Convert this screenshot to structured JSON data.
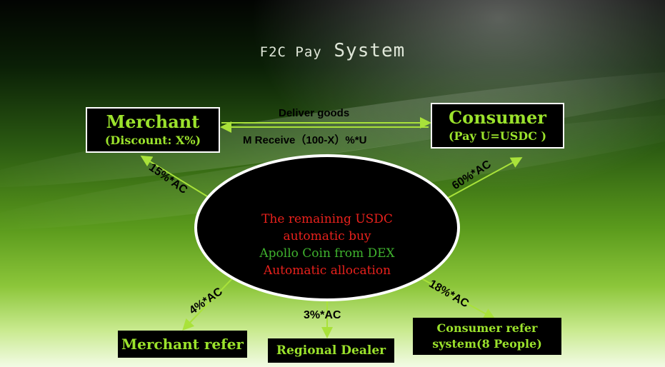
{
  "title_part1": "F2C Pay",
  "title_part2": "System",
  "merchant": {
    "name": "Merchant",
    "detail": "(Discount: X%)"
  },
  "consumer": {
    "name": "Consumer",
    "detail": "(Pay U=USDC )"
  },
  "flows": {
    "deliver": "Deliver goods",
    "receive": "M Receive（100-X）%*U"
  },
  "center": {
    "line1": "The remaining USDC",
    "line2": "automatic buy",
    "line3": "Apollo Coin  from DEX",
    "line4": "Automatic allocation"
  },
  "shares": {
    "merchant": "15%*AC",
    "consumer": "60%*AC",
    "merchant_refer": "4%*AC",
    "dealer": "3%*AC",
    "consumer_refer": "18%*AC"
  },
  "recipients": {
    "merchant_refer": "Merchant refer",
    "dealer": "Regional Dealer",
    "consumer_refer_1": "Consumer refer",
    "consumer_refer_2": "system(8 People)"
  },
  "colors": {
    "accent_green": "#9be22c",
    "red_text": "#e8211c",
    "green_text": "#3fb22e"
  }
}
